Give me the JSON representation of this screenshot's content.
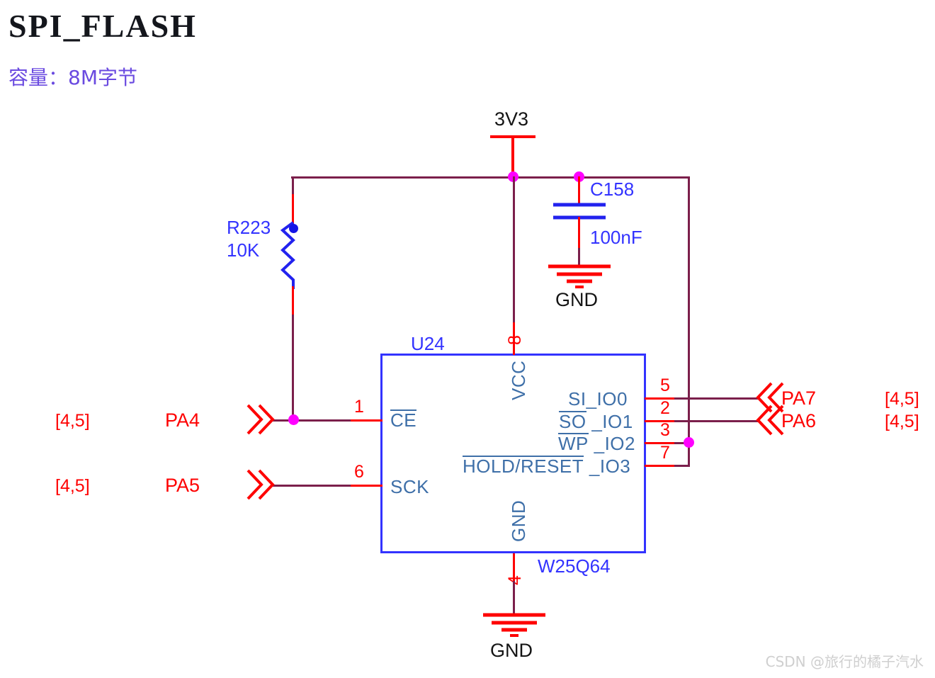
{
  "page": {
    "title": "SPI_FLASH",
    "subtitle": "容量：8M字节",
    "watermark": "CSDN @旅行的橘子汽水"
  },
  "power": {
    "rail_label": "3V3",
    "gnd_cap_label": "GND",
    "gnd_ic_label": "GND"
  },
  "components": {
    "resistor": {
      "designator": "R223",
      "value": "10K"
    },
    "capacitor": {
      "designator": "C158",
      "value": "100nF"
    },
    "ic": {
      "designator": "U24",
      "part": "W25Q64",
      "pins_left": [
        {
          "number": "1",
          "label": "CE",
          "overbar": true
        },
        {
          "number": "6",
          "label": "SCK",
          "overbar": false
        }
      ],
      "pins_right": [
        {
          "number": "5",
          "label": "SI_IO0",
          "overbar": false
        },
        {
          "number": "2",
          "label": "SO_IO1",
          "overbar": true,
          "overbar_text": "SO"
        },
        {
          "number": "3",
          "label": "WP_IO2",
          "overbar": true,
          "overbar_text": "WP"
        },
        {
          "number": "7",
          "label": "HOLD/RESET_IO3",
          "overbar": true,
          "overbar_text": "HOLD/RESET"
        }
      ],
      "pin_top": {
        "number": "8",
        "label": "VCC"
      },
      "pin_bottom": {
        "number": "4",
        "label": "GND"
      }
    }
  },
  "ports": {
    "left": [
      {
        "name": "PA4",
        "sheet_ref": "[4,5]",
        "direction": "right"
      },
      {
        "name": "PA5",
        "sheet_ref": "[4,5]",
        "direction": "right"
      }
    ],
    "right": [
      {
        "name": "PA7",
        "sheet_ref": "[4,5]",
        "direction": "left"
      },
      {
        "name": "PA6",
        "sheet_ref": "[4,5]",
        "direction": "left"
      }
    ]
  },
  "colors": {
    "wire": "#7b1f4b",
    "pin": "#fe0000",
    "junction": "#ff00ff",
    "ic_outline": "#3333ff",
    "pin_label": "#3e6fa8",
    "designator": "#3333ff",
    "net_name": "#fe0000",
    "title": "#14161c",
    "subtitle": "#6a4ae0"
  }
}
